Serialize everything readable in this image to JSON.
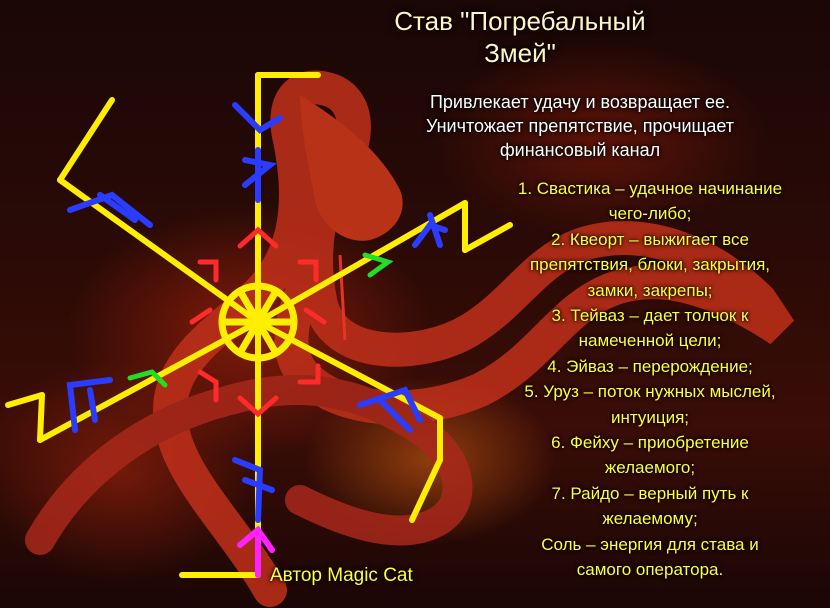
{
  "title": {
    "line1": "Став \"Погребальный",
    "line2": "Змей\""
  },
  "description": [
    "Привлекает удачу и возвращает ее.",
    "Уничтожает препятствие, прочищает",
    "финансовый канал"
  ],
  "legend": [
    "1. Свастика – удачное начинание",
    "чего-либо;",
    "2. Квеорт – выжигает все",
    "препятствия, блоки, закрытия,",
    "замки, закрепы;",
    "3. Тейваз – дает толчок к",
    "намеченной цели;",
    "4. Эйваз – перерождение;",
    "5. Уруз – поток нужных мыслей,",
    "интуиция;",
    "6. Фейху – приобретение",
    "желаемого;",
    "7. Райдо – верный путь к",
    "желаемому;",
    "Соль – энергия для става и",
    "самого оператора."
  ],
  "author": "Автор Magic Cat",
  "colors": {
    "yellow": "#ffee00",
    "blue": "#2a3cff",
    "red": "#ff2a2a",
    "green": "#22dd22",
    "magenta": "#ff22ff"
  }
}
